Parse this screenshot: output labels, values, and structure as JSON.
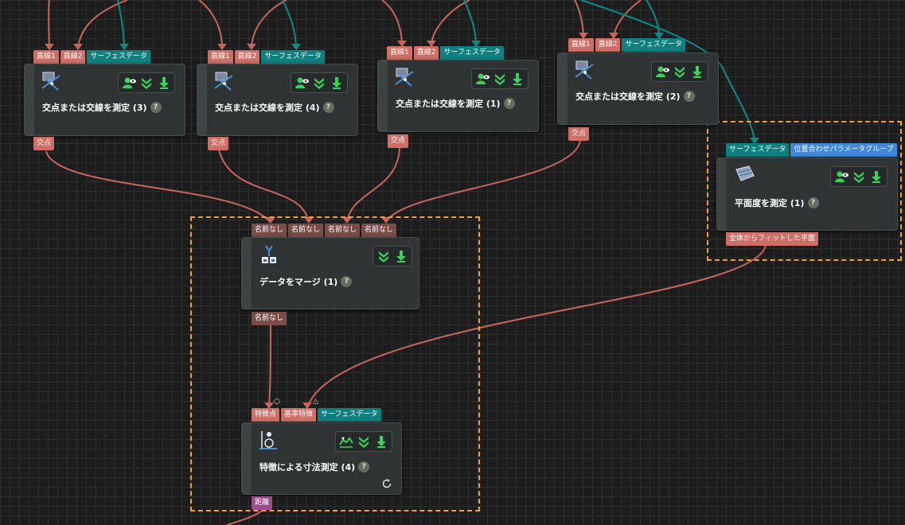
{
  "nodes": {
    "n1": {
      "title": "交点または交線を測定 (3)",
      "inputs": [
        "直線1",
        "直線2",
        "サーフェスデータ"
      ],
      "output": "交点"
    },
    "n2": {
      "title": "交点または交線を測定 (4)",
      "inputs": [
        "直線1",
        "直線2",
        "サーフェスデータ"
      ],
      "output": "交点"
    },
    "n3": {
      "title": "交点または交線を測定 (1)",
      "inputs": [
        "直線1",
        "直線2",
        "サーフェスデータ"
      ],
      "output": "交点"
    },
    "n4": {
      "title": "交点または交線を測定 (2)",
      "inputs": [
        "直線1",
        "直線2",
        "サーフェスデータ"
      ],
      "output": "交点"
    },
    "flat": {
      "title": "平面度を測定 (1)",
      "inputs": [
        "サーフェスデータ",
        "位置合わせパラメータグループ"
      ],
      "output": "全体からフィットした平面"
    },
    "merge": {
      "title": "データをマージ (1)",
      "inputs": [
        "名前なし",
        "名前なし",
        "名前なし",
        "名前なし"
      ],
      "output": "名前なし"
    },
    "dim": {
      "title": "特徴による寸法測定 (4)",
      "inputs": [
        "特徴点",
        "基準特徴",
        "サーフェスデータ"
      ],
      "output": "距離",
      "marker_circle": "○",
      "marker_triangle": "△"
    }
  },
  "help_label": "?",
  "colors": {
    "selection": "#f0a030",
    "wire_red": "#c8645a",
    "wire_teal": "#0c8a8a",
    "icon_green": "#3bd15a"
  }
}
